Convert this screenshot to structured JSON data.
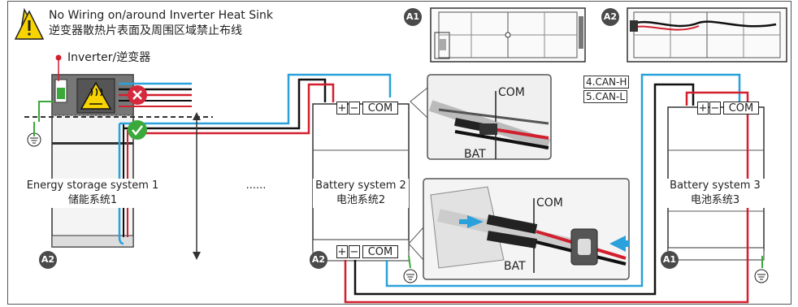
{
  "warning": {
    "line1": "No Wiring on/around Inverter Heat Sink",
    "line2": "逆变器散热片表面及周围区域禁止布线"
  },
  "inverter_label": "Inverter/逆变器",
  "badges": {
    "a1": "A1",
    "a2": "A2"
  },
  "systems": [
    {
      "name_en": "Energy storage system 1",
      "name_cn": "储能系统1"
    },
    {
      "name_en": "Battery system 2",
      "name_cn": "电池系统2"
    },
    {
      "name_en": "Battery system 3",
      "name_cn": "电池系统3"
    }
  ],
  "ellipsis": "......",
  "terminals": {
    "plus": "+",
    "minus": "−",
    "com": "COM"
  },
  "connector_labels": {
    "com": "COM",
    "bat": "BAT"
  },
  "can_labels": {
    "can_h": "4.CAN-H",
    "can_l": "5.CAN-L"
  },
  "colors": {
    "can_blue": "#2aa1dc",
    "pos_red": "#d21f2d",
    "neg_black": "#111111",
    "ok_green": "#3aa93a",
    "no_red": "#d6283c",
    "warn_yellow": "#f7d300",
    "ground_green": "#3aa93a"
  }
}
